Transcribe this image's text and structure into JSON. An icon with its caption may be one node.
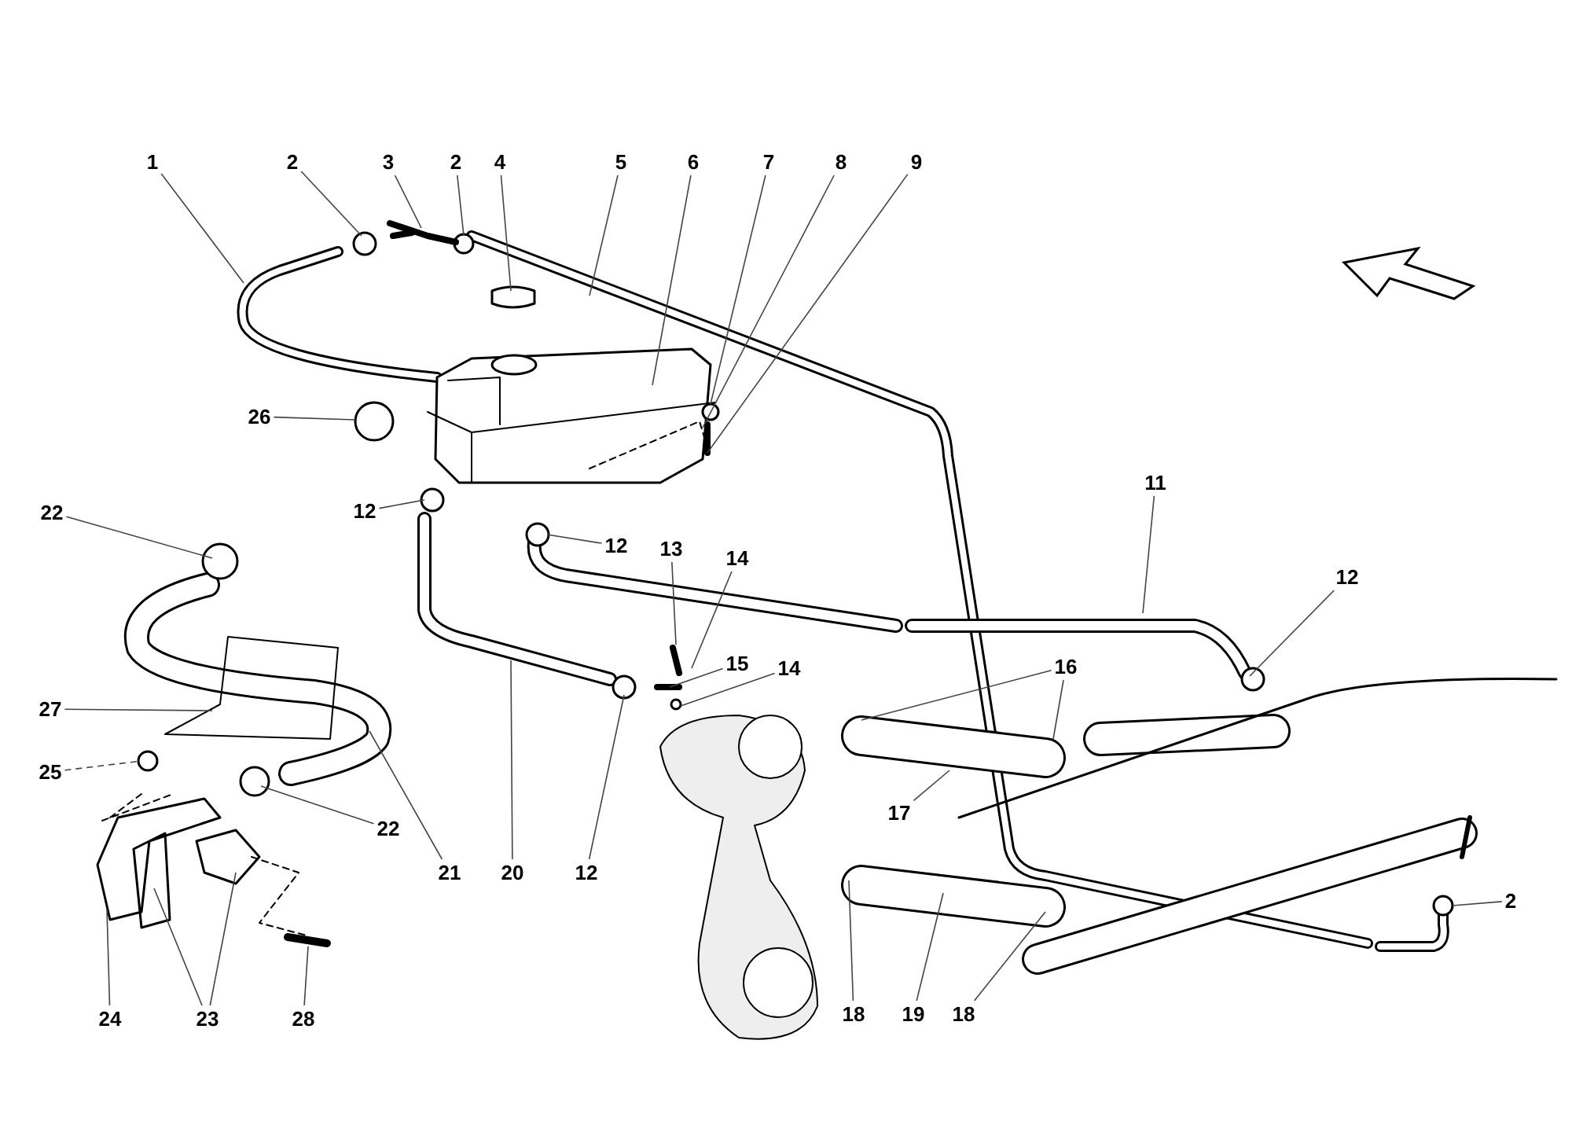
{
  "diagram": {
    "nodes": [
      {
        "text": [
          "1"
        ]
      },
      {
        "text": [
          "2"
        ]
      },
      {
        "text": [
          "3"
        ]
      },
      {
        "text": [
          "2"
        ]
      },
      {
        "text": [
          "4"
        ]
      },
      {
        "text": [
          "5"
        ]
      },
      {
        "text": [
          "6"
        ]
      },
      {
        "text": [
          "7"
        ]
      },
      {
        "text": [
          "8"
        ]
      },
      {
        "text": [
          "9"
        ]
      },
      {
        "text": [
          "11"
        ]
      },
      {
        "text": [
          "12"
        ]
      },
      {
        "text": [
          "26"
        ]
      },
      {
        "text": [
          "12"
        ]
      },
      {
        "text": [
          "12"
        ]
      },
      {
        "text": [
          "22"
        ]
      },
      {
        "text": [
          "13"
        ]
      },
      {
        "text": [
          "14"
        ]
      },
      {
        "text": [
          "15"
        ]
      },
      {
        "text": [
          "14"
        ]
      },
      {
        "text": [
          "16"
        ]
      },
      {
        "text": [
          "27"
        ]
      },
      {
        "text": [
          "25"
        ]
      },
      {
        "text": [
          "17"
        ]
      },
      {
        "text": [
          "22"
        ]
      },
      {
        "text": [
          "21"
        ]
      },
      {
        "text": [
          "20"
        ]
      },
      {
        "text": [
          "12"
        ]
      },
      {
        "text": [
          "2"
        ]
      },
      {
        "text": [
          "18"
        ]
      },
      {
        "text": [
          "19"
        ]
      },
      {
        "text": [
          "18"
        ]
      },
      {
        "text": [
          "24"
        ]
      },
      {
        "text": [
          "23"
        ]
      },
      {
        "text": [
          "28"
        ]
      }
    ],
    "edges": [
      {
        "from": 0,
        "to": null,
        "arrow": "none"
      },
      {
        "from": 1,
        "to": null,
        "arrow": "none"
      },
      {
        "from": 2,
        "to": null,
        "arrow": "none"
      },
      {
        "from": 3,
        "to": null,
        "arrow": "none"
      },
      {
        "from": 4,
        "to": null,
        "arrow": "none"
      },
      {
        "from": 5,
        "to": null,
        "arrow": "none"
      },
      {
        "from": 6,
        "to": null,
        "arrow": "none"
      },
      {
        "from": 7,
        "to": null,
        "arrow": "none"
      },
      {
        "from": 8,
        "to": null,
        "arrow": "none"
      },
      {
        "from": 9,
        "to": null,
        "arrow": "none"
      },
      {
        "from": 10,
        "to": null,
        "arrow": "none"
      },
      {
        "from": 11,
        "to": null,
        "arrow": "none"
      },
      {
        "from": 12,
        "to": null,
        "arrow": "none"
      },
      {
        "from": 13,
        "to": null,
        "arrow": "none"
      },
      {
        "from": 14,
        "to": null,
        "arrow": "none"
      },
      {
        "from": 15,
        "to": null,
        "arrow": "none"
      },
      {
        "from": 16,
        "to": null,
        "arrow": "none"
      },
      {
        "from": 17,
        "to": null,
        "arrow": "none"
      },
      {
        "from": 18,
        "to": null,
        "arrow": "none"
      },
      {
        "from": 19,
        "to": null,
        "arrow": "none"
      },
      {
        "from": 20,
        "to": null,
        "arrow": "none"
      },
      {
        "from": 20,
        "to": null,
        "arrow": "none"
      },
      {
        "from": 21,
        "to": null,
        "arrow": "none"
      },
      {
        "from": 22,
        "to": null,
        "arrow": "none",
        "style": "dashed"
      },
      {
        "from": 23,
        "to": null,
        "arrow": "none"
      },
      {
        "from": 24,
        "to": null,
        "arrow": "none"
      },
      {
        "from": 25,
        "to": null,
        "arrow": "none"
      },
      {
        "from": 26,
        "to": null,
        "arrow": "none"
      },
      {
        "from": 27,
        "to": null,
        "arrow": "none"
      },
      {
        "from": 28,
        "to": null,
        "arrow": "none"
      },
      {
        "from": 29,
        "to": null,
        "arrow": "none"
      },
      {
        "from": 30,
        "to": null,
        "arrow": "none"
      },
      {
        "from": 31,
        "to": null,
        "arrow": "none"
      },
      {
        "from": 32,
        "to": null,
        "arrow": "none"
      },
      {
        "from": 33,
        "to": null,
        "arrow": "none"
      },
      {
        "from": 33,
        "to": null,
        "arrow": "none"
      },
      {
        "from": 34,
        "to": null,
        "arrow": "none"
      }
    ]
  }
}
